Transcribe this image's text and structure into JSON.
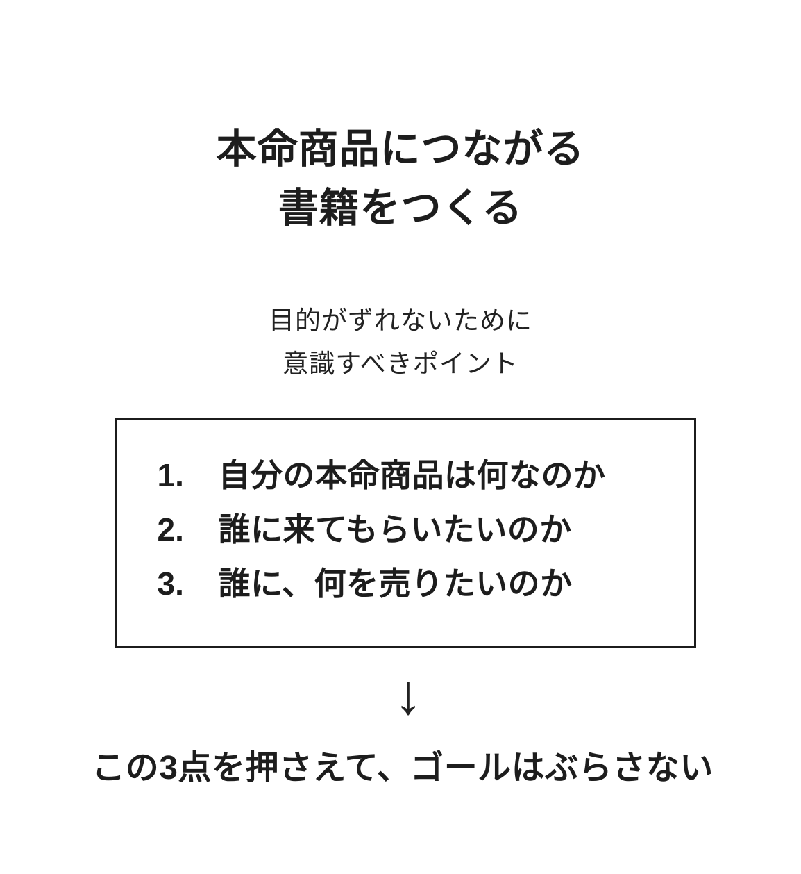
{
  "content": {
    "title": {
      "line1": "本命商品につながる",
      "line2": "書籍をつくる"
    },
    "subtitle": {
      "line1": "目的がずれないために",
      "line2": "意識すべきポイント"
    },
    "points_box": {
      "items": [
        {
          "number": "1.",
          "text": "自分の本命商品は何なのか"
        },
        {
          "number": "2.",
          "text": "誰に来てもらいたいのか"
        },
        {
          "number": "3.",
          "text": "誰に、何を売りたいのか"
        }
      ]
    },
    "arrow_icon": "↓",
    "conclusion": "この3点を押さえて、ゴールはぶらさない"
  },
  "colors": {
    "text": "#1d1d1d",
    "border": "#1c1c1c",
    "background": "#ffffff"
  }
}
